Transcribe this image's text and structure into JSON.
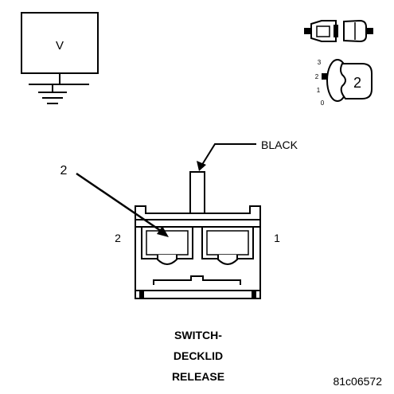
{
  "voltmeter": {
    "symbol": "V"
  },
  "key_icon": {
    "positions": [
      "3",
      "2",
      "1",
      "0"
    ],
    "callout_number": "2"
  },
  "connector": {
    "wire_color": "BLACK",
    "pointer_callout": "2",
    "cavity_left_number": "2",
    "cavity_right_number": "1"
  },
  "caption": {
    "line1": "SWITCH-",
    "line2": "DECKLID",
    "line3": "RELEASE"
  },
  "figure_id": "81c06572",
  "colors": {
    "ink": "#000000",
    "background": "#ffffff"
  },
  "icons": [
    "voltmeter-icon",
    "ground-symbol-icon",
    "connector-disconnected-icon",
    "ignition-key-icon"
  ]
}
